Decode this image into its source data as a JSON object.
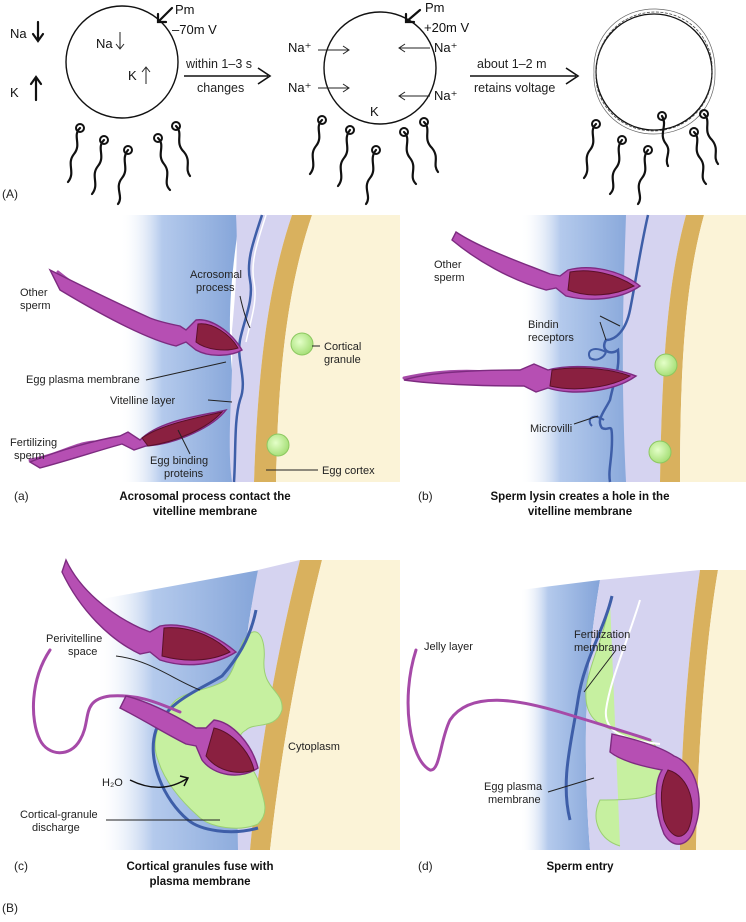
{
  "partA": {
    "panel_label": "(A)",
    "left_ions": {
      "na": "Na",
      "k": "K"
    },
    "cell1": {
      "pm": "Pm",
      "voltage": "–70m V",
      "na": "Na",
      "k": "K"
    },
    "arrow1": {
      "top": "within 1–3 s",
      "bottom": "changes"
    },
    "cell2": {
      "pm": "Pm",
      "voltage": "+20m V",
      "na_ion": "Na⁺",
      "k": "K"
    },
    "arrow2": {
      "top": "about 1–2 m",
      "bottom": "retains voltage"
    }
  },
  "partB": {
    "panel_label": "(B)",
    "a": {
      "label": "(a)",
      "caption_line1": "Acrosomal process contact the",
      "caption_line2": "vitelline membrane",
      "other_sperm_1": "Other",
      "other_sperm_2": "sperm",
      "acrosomal_1": "Acrosomal",
      "acrosomal_2": "process",
      "cortical_1": "Cortical",
      "cortical_2": "granule",
      "egg_plasma_membrane": "Egg plasma membrane",
      "vitelline_layer": "Vitelline layer",
      "fertilizing_1": "Fertilizing",
      "fertilizing_2": "sperm",
      "binding_1": "Egg binding",
      "binding_2": "proteins",
      "egg_cortex": "Egg cortex"
    },
    "b": {
      "label": "(b)",
      "caption_line1": "Sperm lysin creates a hole in the",
      "caption_line2": "vitelline membrane",
      "other_sperm_1": "Other",
      "other_sperm_2": "sperm",
      "bindin_1": "Bindin",
      "bindin_2": "receptors",
      "microvilli": "Microvilli"
    },
    "c": {
      "label": "(c)",
      "caption_line1": "Cortical granules fuse with",
      "caption_line2": "plasma membrane",
      "perivitelline_1": "Perivitelline",
      "perivitelline_2": "space",
      "cytoplasm": "Cytoplasm",
      "water": "H₂O",
      "discharge_1": "Cortical-granule",
      "discharge_2": "discharge"
    },
    "d": {
      "label": "(d)",
      "caption": "Sperm entry",
      "jelly_layer": "Jelly layer",
      "fert_1": "Fertilization",
      "fert_2": "membrane",
      "egg_pm_1": "Egg plasma",
      "egg_pm_2": "membrane"
    }
  },
  "colors": {
    "jelly": "#5b86cc",
    "vitelline": "#d5d3f0",
    "cortex": "#d9b15e",
    "cytoplasm": "#fbf3d7",
    "granule": "#c6f0a0",
    "sperm": "#b64fb3",
    "nucleus": "#8a2040"
  }
}
